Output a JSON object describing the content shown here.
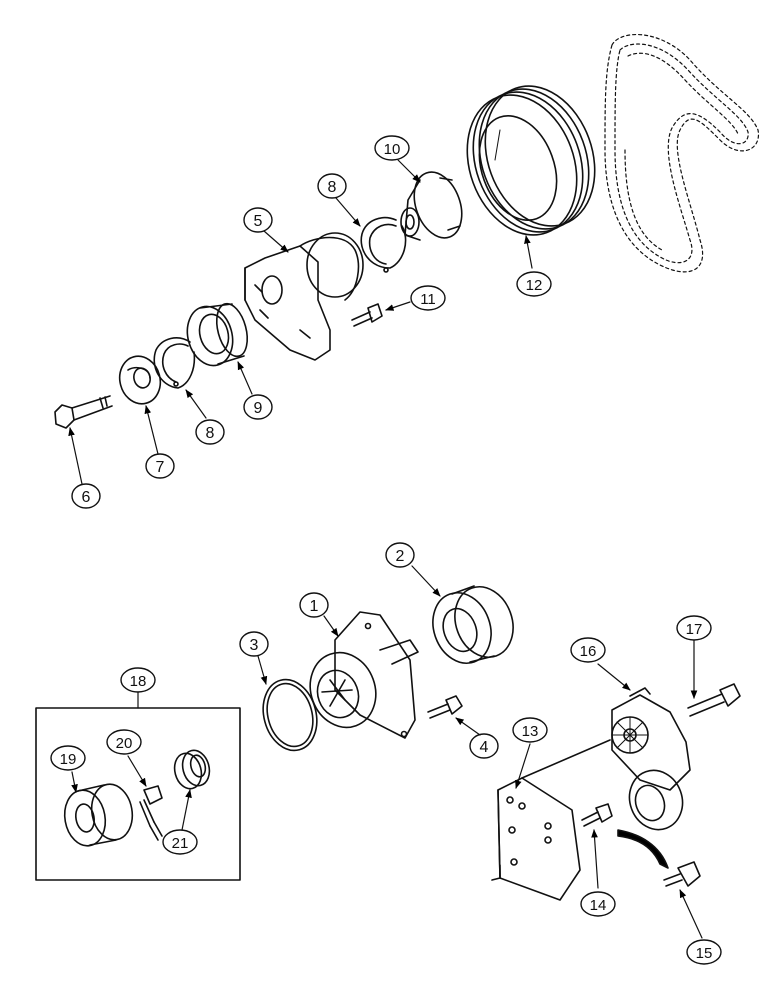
{
  "diagram": {
    "callouts": [
      {
        "label": "1"
      },
      {
        "label": "2"
      },
      {
        "label": "3"
      },
      {
        "label": "4"
      },
      {
        "label": "5"
      },
      {
        "label": "6"
      },
      {
        "label": "7"
      },
      {
        "label": "8"
      },
      {
        "label": "8"
      },
      {
        "label": "9"
      },
      {
        "label": "10"
      },
      {
        "label": "11"
      },
      {
        "label": "12"
      },
      {
        "label": "13"
      },
      {
        "label": "14"
      },
      {
        "label": "15"
      },
      {
        "label": "16"
      },
      {
        "label": "17"
      },
      {
        "label": "18"
      },
      {
        "label": "19"
      },
      {
        "label": "20"
      },
      {
        "label": "21"
      }
    ]
  }
}
